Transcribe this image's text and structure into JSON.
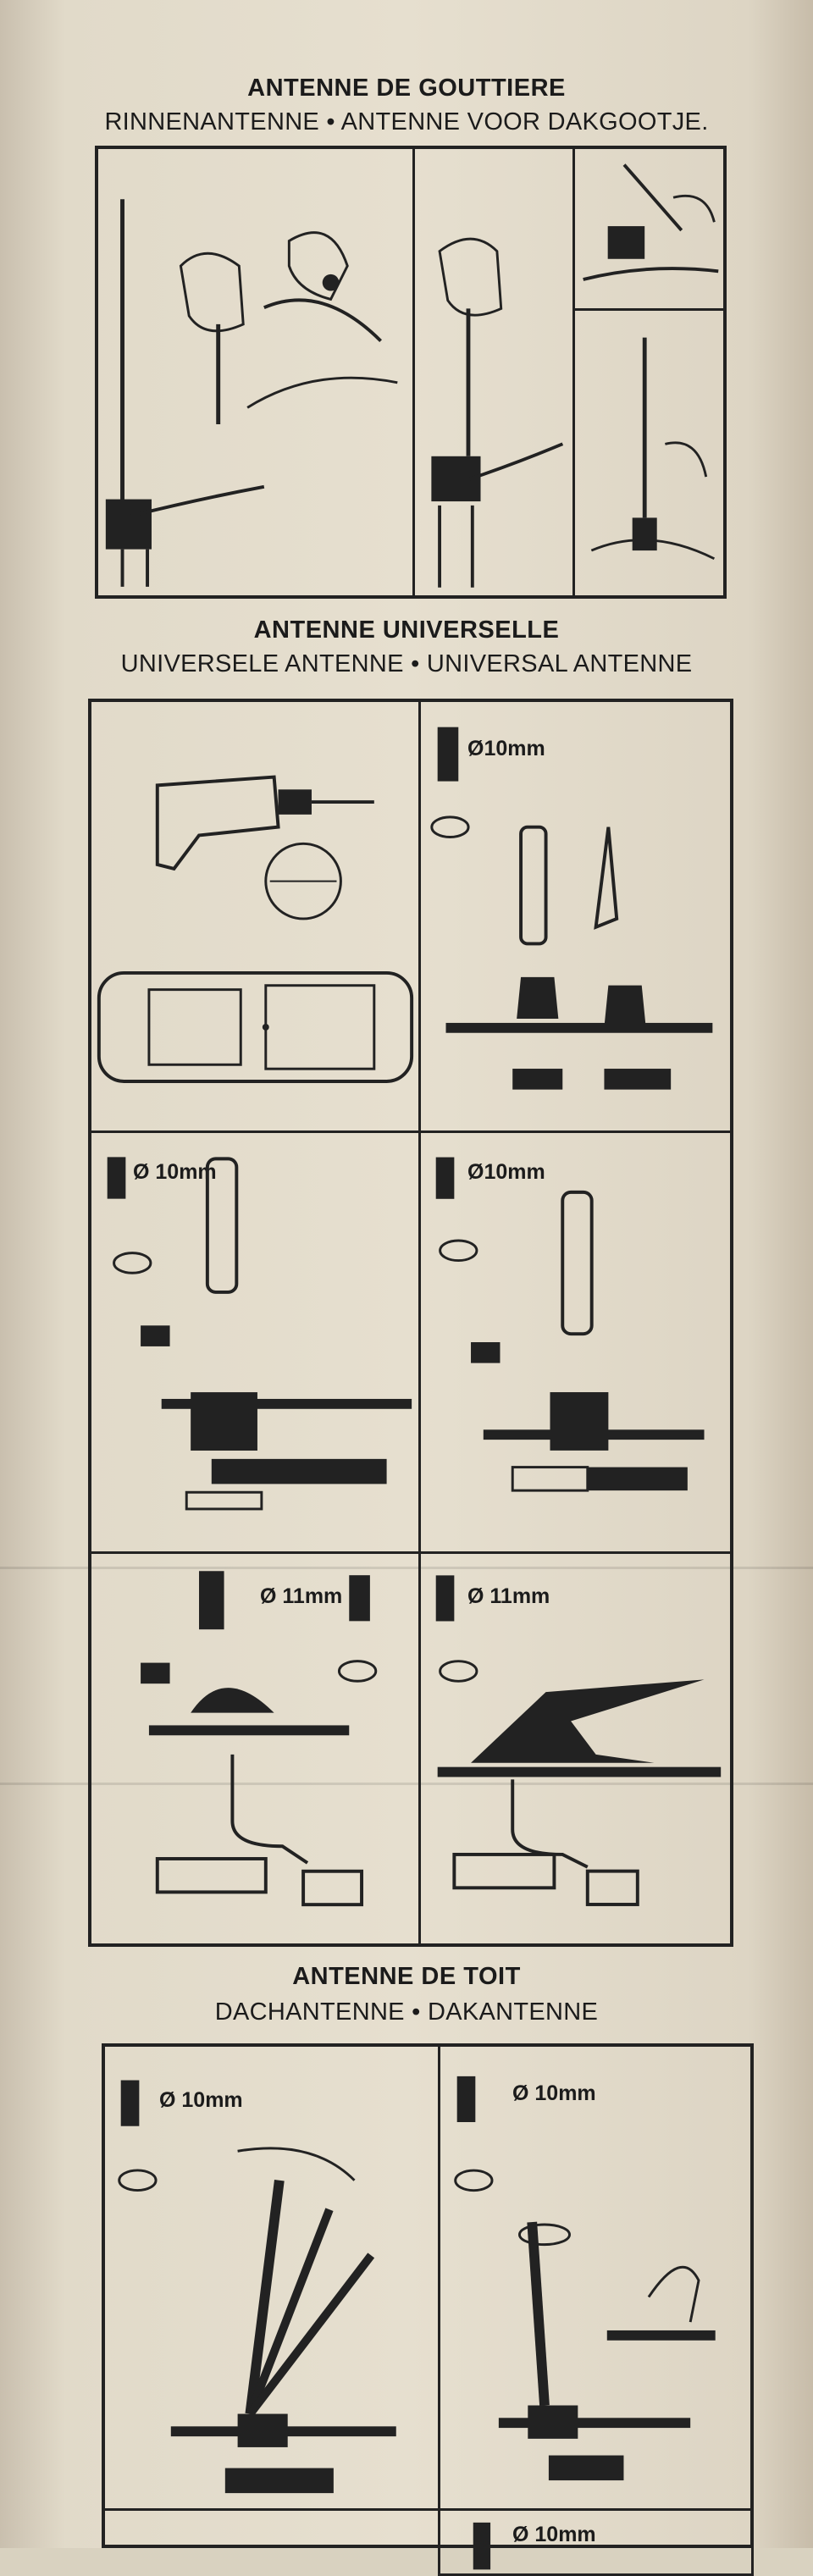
{
  "sections": {
    "gutter": {
      "title": "ANTENNE DE GOUTTIERE",
      "subtitle": "RINNENANTENNE • ANTENNE VOOR DAKGOOTJE."
    },
    "universal": {
      "title": "ANTENNE UNIVERSELLE",
      "subtitle": "UNIVERSELE ANTENNE • UNIVERSAL ANTENNE"
    },
    "roof": {
      "title": "ANTENNE DE TOIT",
      "subtitle": "DACHANTENNE • DAKANTENNE"
    }
  },
  "sizes": {
    "u_step2": "Ø10mm",
    "u_step3": "Ø 10mm",
    "u_step4": "Ø10mm",
    "u_step5": "Ø 11mm",
    "u_step6": "Ø 11mm",
    "r_step1": "Ø 10mm",
    "r_step2": "Ø 10mm",
    "r_step3": "Ø 10mm"
  },
  "icons": [
    "gutter-clamp-illustration",
    "drill-icon",
    "car-top-view",
    "wrench-icon",
    "antenna-mount",
    "cable-connector",
    "battery-icon",
    "crimp-tool"
  ]
}
